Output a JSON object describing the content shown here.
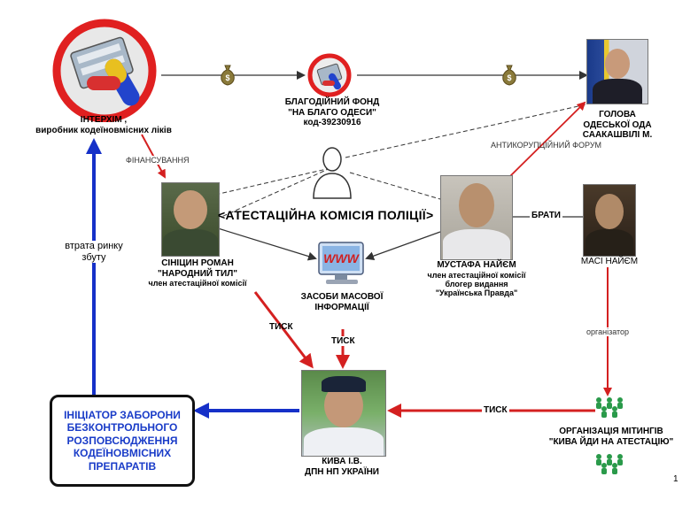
{
  "nodes": {
    "interkhim": {
      "name": "ІНТЕРХІМ ,",
      "subtitle": "виробник кодеїновмісних ліків"
    },
    "fund": {
      "line1": "БЛАГОДІЙНИЙ ФОНД",
      "line2": "\"НА БЛАГО ОДЕСИ\"",
      "line3": "код-39230916"
    },
    "saakashvili": {
      "line1": "ГОЛОВА",
      "line2": "ОДЕСЬКОЇ ОДА",
      "line3": "СААКАШВІЛІ М."
    },
    "commission": {
      "label": "АТЕСТАЦІЙНА КОМІСІЯ ПОЛІЦІЇ"
    },
    "sinitsyn": {
      "line1": "СІНІЦИН РОМАН",
      "line2": "\"НАРОДНИЙ ТИЛ\"",
      "line3": "член атестаційної комісії"
    },
    "media": {
      "line1": "ЗАСОБИ МАСОВОЇ",
      "line2": "ІНФОРМАЦІЇ",
      "icon_text": "WWW"
    },
    "mustafa": {
      "line1": "МУСТАФА НАЙЄМ",
      "line2": "член атестаційної комісії",
      "line3": "блогер видання",
      "line4": "\"Українська Правда\""
    },
    "masi": {
      "name": "МАСІ НАЙЄМ"
    },
    "kyva": {
      "line1": "КИВА І.В.",
      "line2": "ДПН НП УКРАЇНИ"
    },
    "rallies": {
      "line1": "ОРГАНІЗАЦІЯ МІТИНГІВ",
      "line2": "\"КИВА ЙДИ НА АТЕСТАЦІЮ\""
    },
    "initiator": {
      "line1": "ІНІЦІАТОР ЗАБОРОНИ",
      "line2": "БЕЗКОНТРОЛЬНОГО",
      "line3": "РОЗПОВСЮДЖЕННЯ",
      "line4": "КОДЕЇНОВМІСНИХ",
      "line5": "ПРЕПАРАТІВ"
    }
  },
  "edges": {
    "financing": "ФІНАНСУВАННЯ",
    "anticorruption": "АНТИКОРУПЦІЙНИЙ ФОРУМ",
    "brothers": "БРАТИ",
    "organizer": "організатор",
    "pressure1": "ТИСК",
    "pressure2": "ТИСК",
    "pressure3": "ТИСК",
    "market_loss_1": "втрата ринку",
    "market_loss_2": "збуту"
  },
  "page_number": "1",
  "colors": {
    "red": "#d42020",
    "blue": "#1530c8",
    "dark": "#333333",
    "money_bag": "#8a7a3a"
  }
}
